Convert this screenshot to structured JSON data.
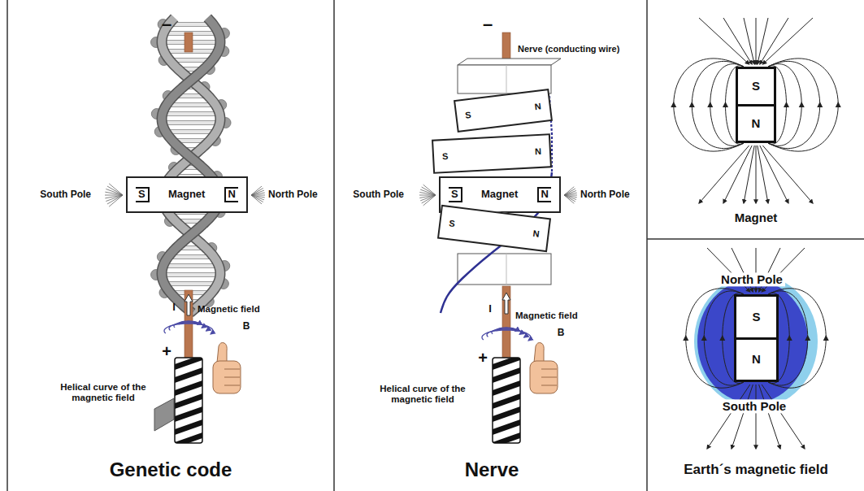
{
  "diagram": {
    "nodes": [
      {
        "text": [
          "S",
          "Magnet",
          "N"
        ]
      },
      {
        "text": [
          "S",
          "N"
        ]
      },
      {
        "text": [
          "S",
          "N"
        ]
      },
      {
        "text": [
          "S",
          "Magnet",
          "N"
        ]
      },
      {
        "text": [
          "S",
          "N"
        ]
      },
      {
        "text": [
          "S",
          "N"
        ]
      },
      {
        "text": [
          "S",
          "N"
        ]
      }
    ],
    "labels": [
      "–",
      "South Pole",
      "North Pole",
      "I",
      "Magnetic field",
      "B",
      "+",
      "Helical curve of the magnetic field",
      "Genetic code",
      "–",
      "Nerve (conducting wire)",
      "South Pole",
      "North Pole",
      "I",
      "Magnetic field",
      "B",
      "+",
      "Helical curve of the magnetic field",
      "Nerve",
      "Magnet",
      "North Pole",
      "South Pole",
      "Earth´s magnetic field"
    ]
  }
}
